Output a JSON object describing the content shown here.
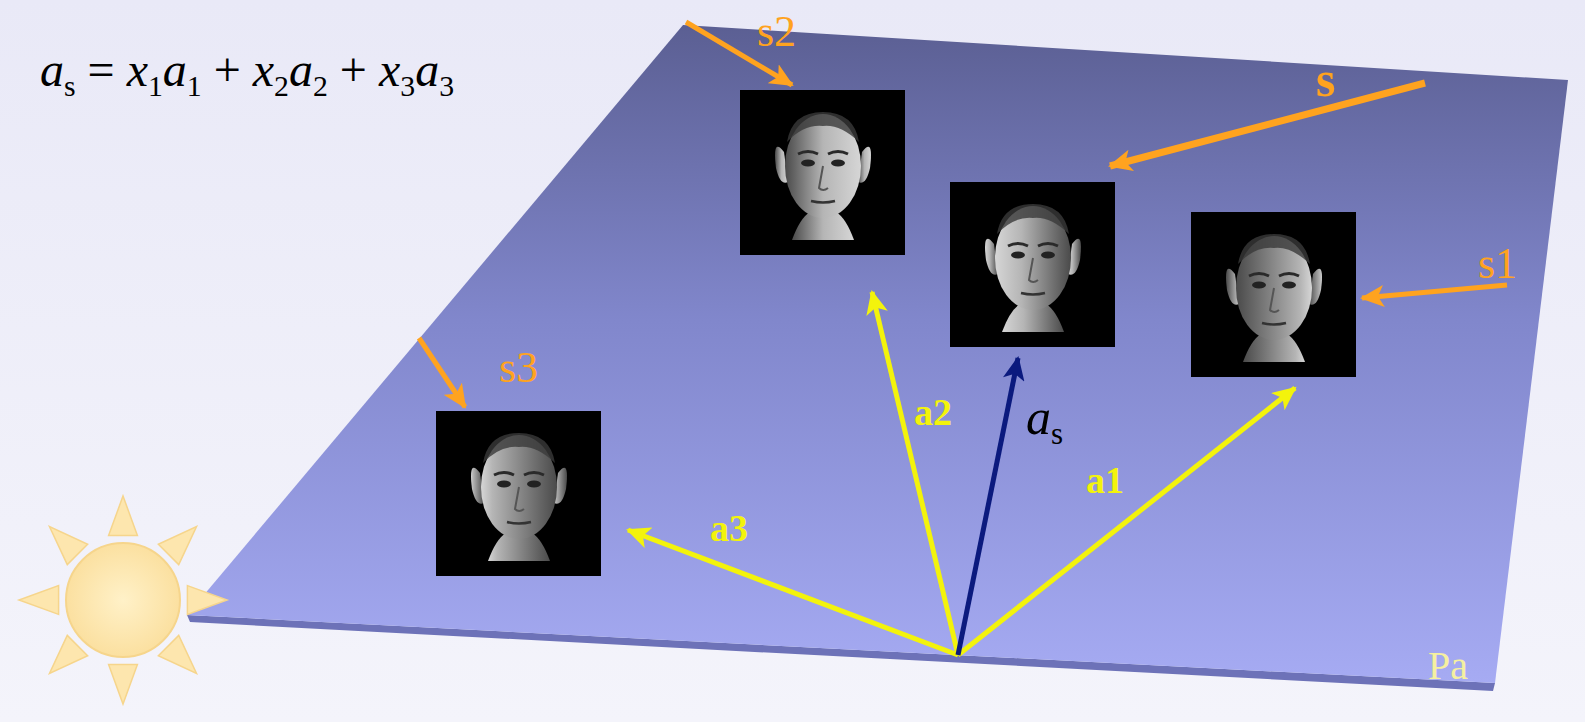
{
  "diagram": {
    "labels": [
      "as = x1a1 + x2a2 + x3a3",
      "s2",
      "s",
      "s1",
      "s3",
      "a2",
      "as",
      "a1",
      "a3",
      "Pa"
    ]
  }
}
